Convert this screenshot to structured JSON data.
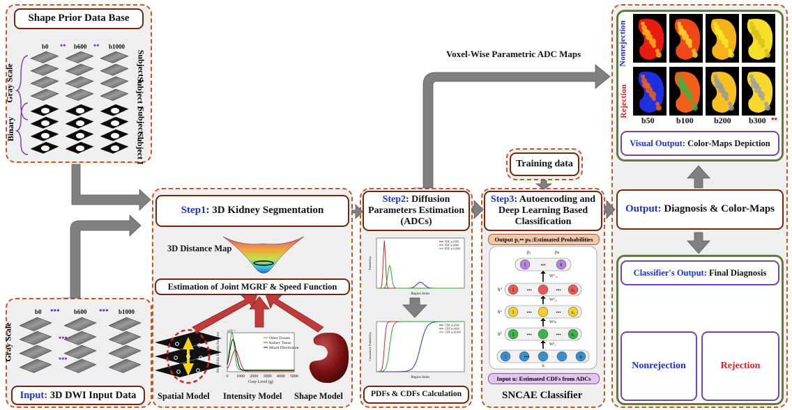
{
  "colors": {
    "accent_blue": "#1a2fd6",
    "accent_red": "#e02020",
    "panel_border": "#c0571f",
    "box_border": "#6b2a10",
    "arrow": "#808080",
    "green_border": "#5f7a3a",
    "purple_border": "#7b3fb0"
  },
  "shape_prior": {
    "title": "Shape Prior Data Base",
    "col_labels": [
      "b0",
      "b600",
      "b1000"
    ],
    "gray_label": "Gray Scale",
    "binary_label": "Binary",
    "subject_labels": [
      "Subject 1",
      "Subject I",
      "Subject 1",
      "Subject I"
    ],
    "dots": "••",
    "vdots": "⋮"
  },
  "input": {
    "prefix": "Input:",
    "title": "3D DWI Input Data",
    "col_labels": [
      "b0",
      "b600",
      "b1000"
    ],
    "gray_label": "Gray Scale",
    "dots": "•••"
  },
  "step1": {
    "prefix": "Step1",
    "title": ": 3D Kidney Segmentation",
    "distance_map_label": "3D Distance Map",
    "estimation_label": "Estimation of Joint MGRF & Speed Function",
    "models": [
      "Spatial Model",
      "Intensity Model",
      "Shape Model"
    ],
    "legend": [
      "Other Tissues",
      "Kidney Tissue",
      "Mixed Distribution"
    ],
    "plot_ylabel": "Probability Density Function",
    "plot_xlabel": "Gray Level (g)",
    "plot_xticks": [
      "0",
      "1000",
      "2000",
      "3000",
      "4000",
      "5000"
    ],
    "plot_scale": "x10⁻³"
  },
  "step2": {
    "prefix": "Step2",
    "title": ": Diffusion Parameters Estimation (ADCs)",
    "pdf_legend": [
      "PDF at b500",
      "PDF at b600",
      "PDF at b1000"
    ],
    "cdf_legend": [
      "CDF at b500",
      "CDF at b600",
      "CDF at b1000"
    ],
    "pdf_ylabel": "Probability",
    "cdf_ylabel": "Cumulative Probability",
    "xlabel": "Region Index",
    "caption": "PDFs & CDFs Calculation"
  },
  "step3": {
    "prefix": "Step3",
    "title": ": Autoencoding and Deep Learning Based Classification",
    "training": "Training data",
    "output_bar": "Output p₁•• pₖ:Estimated Probabilities",
    "input_bar_prefix": "Input u",
    "input_bar_rest": ": Estimated CDFs from ADCs",
    "caption": "SNCAE Classifier",
    "p_labels": [
      "p₁",
      "pₖ"
    ],
    "layer_labels": [
      "h°",
      "h²",
      "h¹",
      "u"
    ],
    "weight_labels": [
      "W°₁₂",
      "W²₁₁",
      "W¹ₖ",
      "W¹₁"
    ],
    "node_texts": [
      "1",
      "k",
      "1",
      "s₂",
      "1",
      "s₁",
      "1",
      "s₁",
      "1",
      "n"
    ],
    "dots": "•••"
  },
  "maps": {
    "arrow_label": "Voxel-Wise Parametric ADC Maps",
    "row_labels": [
      "Nonrejection",
      "Rejection"
    ],
    "b_labels": [
      "b50",
      "b100",
      "b200",
      "b300"
    ],
    "dots": "••",
    "visual_prefix": "Visual Output:",
    "visual_rest": " Color-Maps Depiction"
  },
  "output": {
    "prefix": "Output:",
    "title": " Diagnosis & Color-Maps"
  },
  "classifier": {
    "prefix": "Classifier's Output:",
    "rest": " Final Diagnosis",
    "results": [
      "Nonrejection",
      "Rejection"
    ]
  }
}
